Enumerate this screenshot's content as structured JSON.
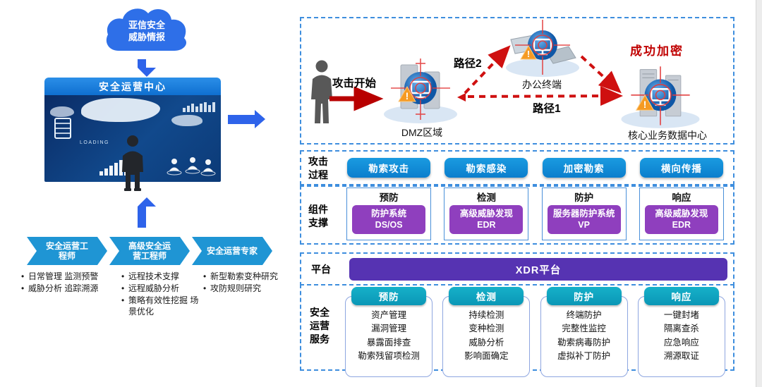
{
  "colors": {
    "accent_blue": "#0d86d8",
    "royal_blue": "#2e63ea",
    "chevron_blue": "#1f95d4",
    "component_purple": "#8f3fbe",
    "platform_purple": "#5633b2",
    "service_teal": "#0ea6c2",
    "attack_red": "#c00000",
    "dashed_border_blue": "#3e8ede"
  },
  "left_panel": {
    "cloud": {
      "line1": "亚信安全",
      "line2": "威胁情报"
    },
    "soc": {
      "title": "安全运营中心",
      "screen_text": "LOADING"
    },
    "roles": [
      {
        "title_line1": "安全运营工",
        "title_line2": "程师",
        "bullets": [
          "日常管理 监测预警",
          "威胁分析 追踪溯源"
        ]
      },
      {
        "title_line1": "高级安全运",
        "title_line2": "营工程师",
        "bullets": [
          "远程技术支撑",
          "远程威胁分析",
          "策略有效性挖掘 场景优化"
        ]
      },
      {
        "title_line1": "安全运营专家",
        "bullets": [
          "新型勒索变种研究",
          "攻防规则研究"
        ]
      }
    ]
  },
  "attack_scenario": {
    "attack_start": "攻击开始",
    "path1": "路径1",
    "path2": "路径2",
    "success": "成功加密",
    "nodes": {
      "dmz": "DMZ区域",
      "office": "办公终端",
      "datacenter": "核心业务数据中心"
    }
  },
  "attack_process": {
    "label_line1": "攻击",
    "label_line2": "过程",
    "stages": [
      "勒索攻击",
      "勒索感染",
      "加密勒索",
      "横向传播"
    ]
  },
  "components": {
    "label_line1": "组件",
    "label_line2": "支撑",
    "columns": [
      {
        "header": "预防",
        "product_line1": "防护系统",
        "product_line2": "DS/OS"
      },
      {
        "header": "检测",
        "product_line1": "高级威胁发现",
        "product_line2": "EDR"
      },
      {
        "header": "防护",
        "product_line1": "服务器防护系统",
        "product_line2": "VP"
      },
      {
        "header": "响应",
        "product_line1": "高级威胁发现",
        "product_line2": "EDR"
      }
    ]
  },
  "platform": {
    "label": "平台",
    "name": "XDR平台"
  },
  "services": {
    "label_line1": "安全",
    "label_line2": "运营",
    "label_line3": "服务",
    "columns": [
      {
        "header": "预防",
        "items": [
          "资产管理",
          "漏洞管理",
          "暴露面排查",
          "勒索残留项检测"
        ]
      },
      {
        "header": "检测",
        "items": [
          "持续检测",
          "变种检测",
          "威胁分析",
          "影响面确定"
        ]
      },
      {
        "header": "防护",
        "items": [
          "终端防护",
          "完整性监控",
          "勒索病毒防护",
          "虚拟补丁防护"
        ]
      },
      {
        "header": "响应",
        "items": [
          "一键封堵",
          "隔离查杀",
          "应急响应",
          "溯源取证"
        ]
      }
    ]
  }
}
